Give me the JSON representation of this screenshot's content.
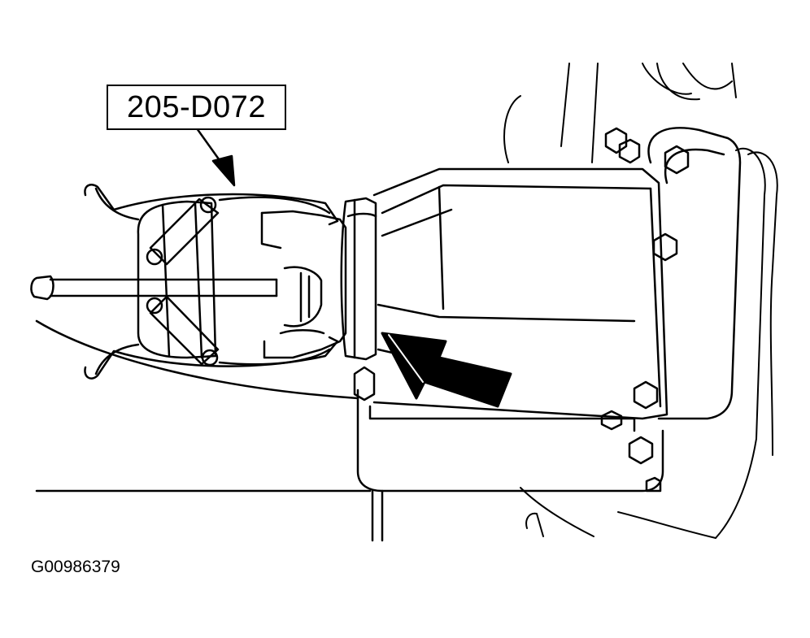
{
  "figure": {
    "tool_number": "205-D072",
    "figure_id": "G00986379"
  },
  "illustration": {
    "subject": "puller-removing-axle-yoke",
    "line_color": "#000000",
    "background_color": "#ffffff",
    "icons": [
      "leader-arrow-icon",
      "direction-arrow-icon",
      "puller-tool-icon",
      "housing-bolt-icon"
    ]
  }
}
